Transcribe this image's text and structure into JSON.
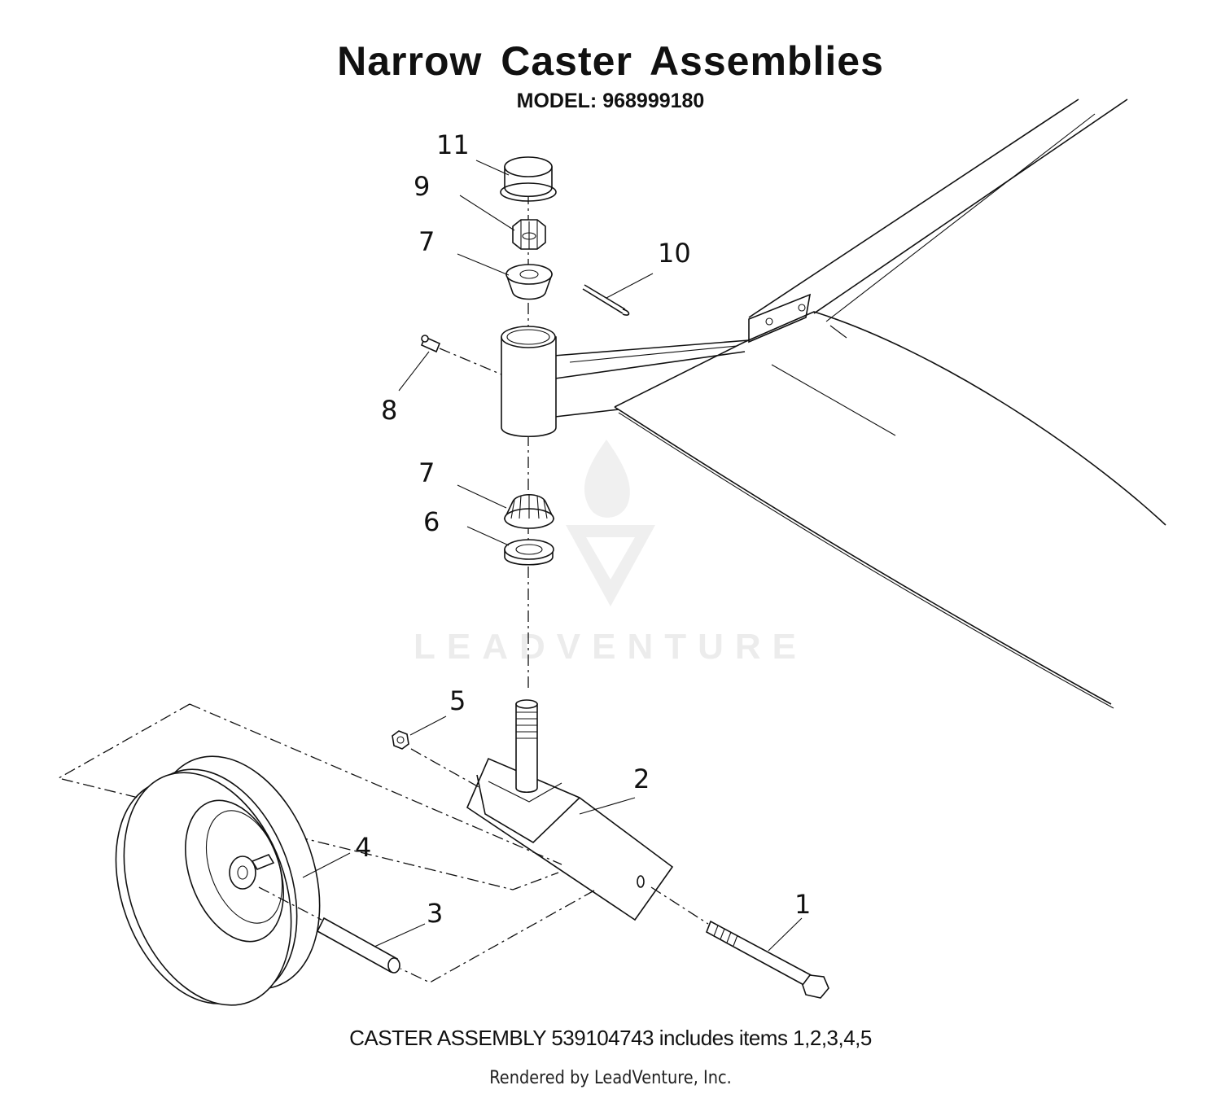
{
  "diagram": {
    "title": "Narrow Caster Assemblies",
    "model": "MODEL: 968999180",
    "caption": "CASTER ASSEMBLY 539104743 includes items 1,2,3,4,5",
    "rendered_by": "Rendered by LeadVenture, Inc.",
    "watermark": "LEADVENTURE",
    "callouts": [
      "11",
      "9",
      "7",
      "10",
      "8",
      "7",
      "6",
      "5",
      "2",
      "4",
      "3",
      "1"
    ]
  }
}
